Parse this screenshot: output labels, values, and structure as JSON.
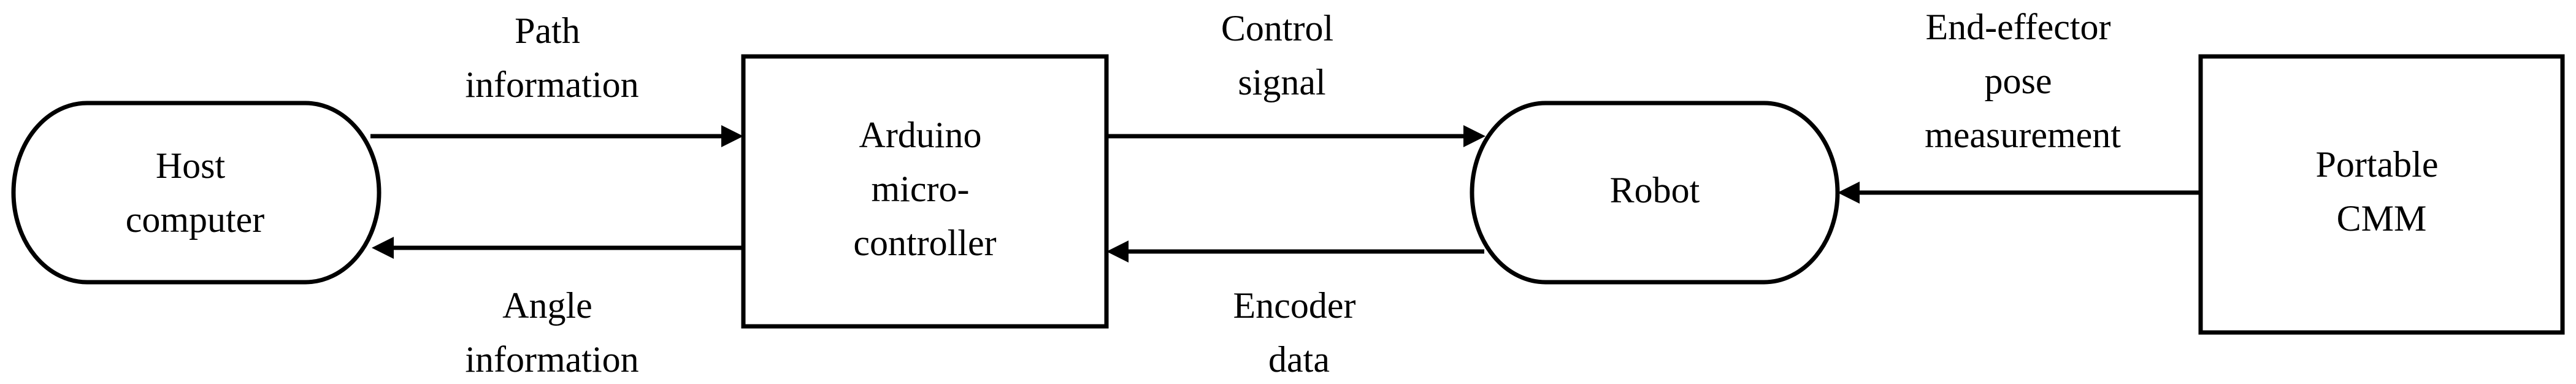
{
  "nodes": {
    "host": {
      "lines": [
        "Host",
        "computer"
      ]
    },
    "arduino": {
      "lines": [
        "Arduino",
        "micro-",
        "controller"
      ]
    },
    "robot": {
      "lines": [
        "Robot"
      ]
    },
    "cmm": {
      "lines": [
        "Portable",
        "CMM"
      ]
    }
  },
  "edges": {
    "path_info": {
      "lines": [
        "Path",
        "information"
      ]
    },
    "angle_info": {
      "lines": [
        "Angle",
        "information"
      ]
    },
    "control": {
      "lines": [
        "Control",
        "signal"
      ]
    },
    "encoder": {
      "lines": [
        "Encoder",
        "data"
      ]
    },
    "pose": {
      "lines": [
        "End-effector",
        "pose",
        "measurement"
      ]
    }
  }
}
